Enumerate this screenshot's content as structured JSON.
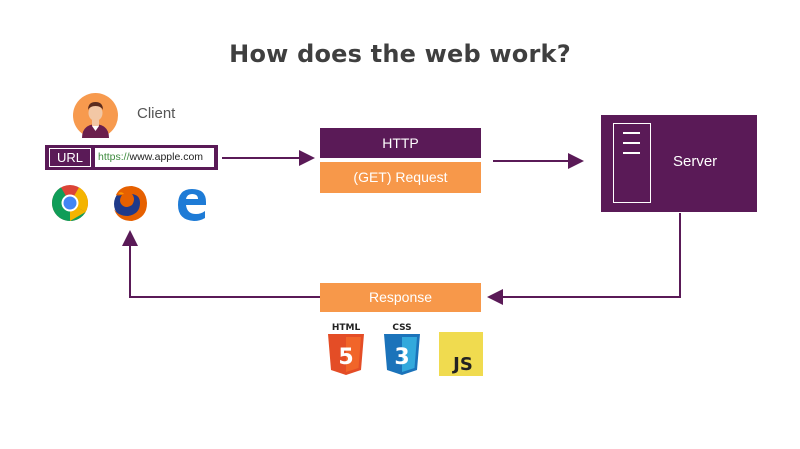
{
  "title": "How does the web work?",
  "client": {
    "label": "Client",
    "url_label": "URL",
    "url_scheme": "https://",
    "url_host": "www.apple.com"
  },
  "browsers": [
    "chrome-icon",
    "firefox-icon",
    "edge-icon"
  ],
  "request": {
    "protocol": "HTTP",
    "type": "(GET) Request"
  },
  "server": {
    "label": "Server"
  },
  "response": {
    "label": "Response"
  },
  "technologies": [
    {
      "name": "HTML",
      "badge": "5",
      "color": "#e44d26"
    },
    {
      "name": "CSS",
      "badge": "3",
      "color": "#1b73ba"
    },
    {
      "name": "JS",
      "badge": "JS",
      "color": "#f0db4f"
    }
  ],
  "colors": {
    "purple": "#5a1a57",
    "orange": "#f7984a",
    "title": "#3f3f3f"
  }
}
